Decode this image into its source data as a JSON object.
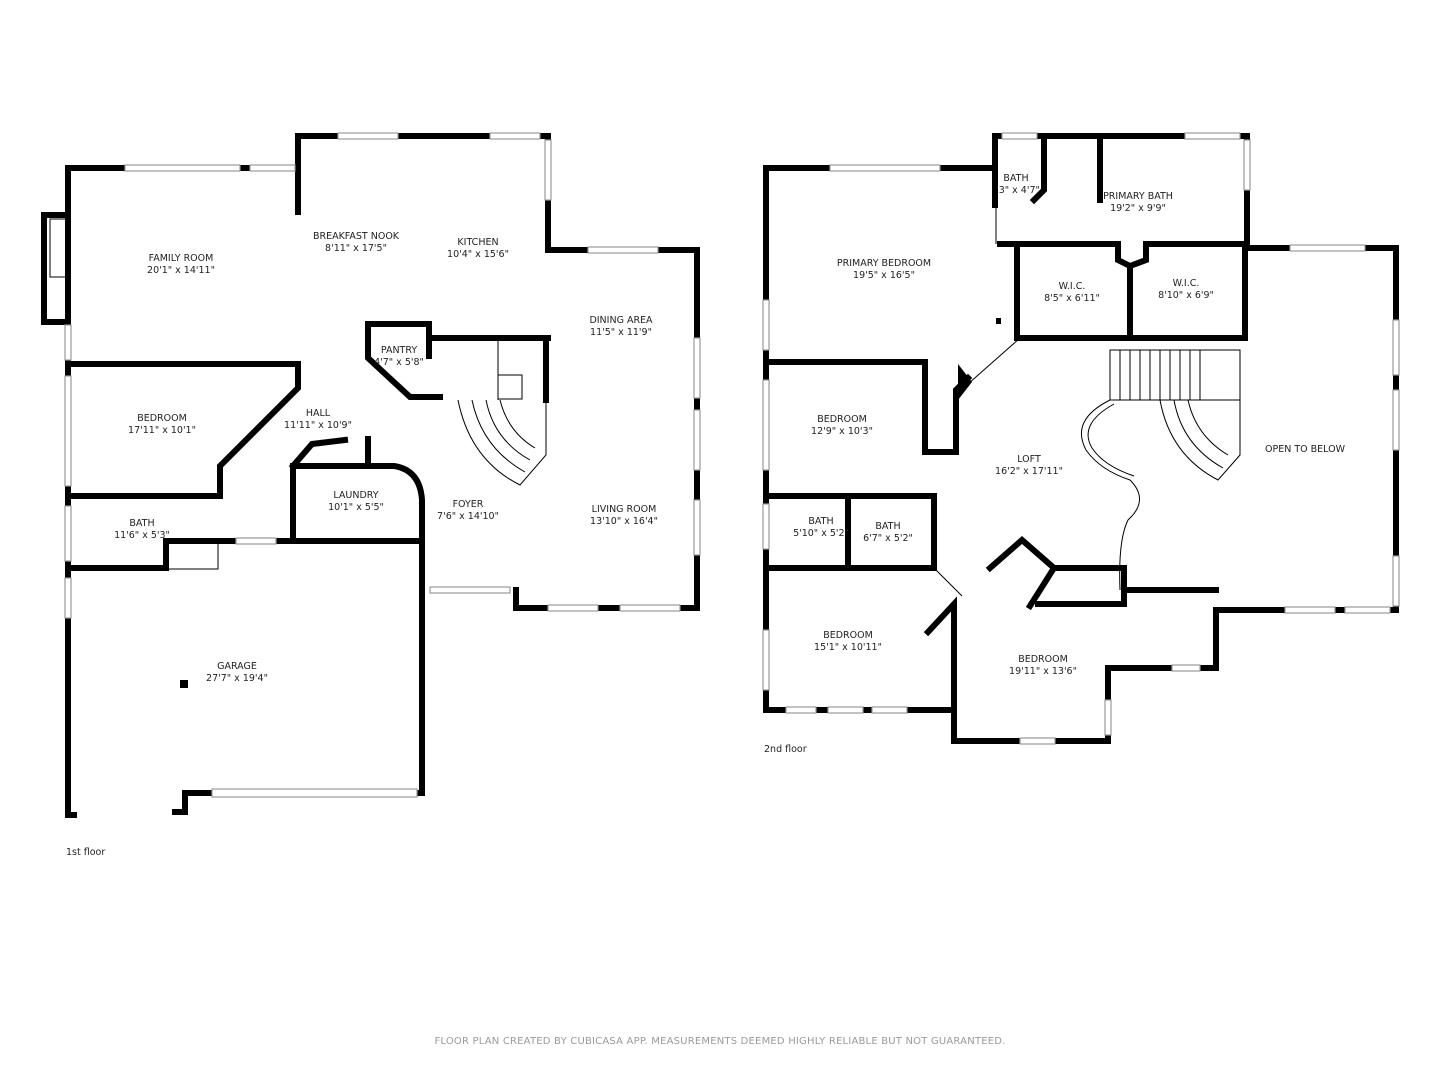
{
  "floors": [
    {
      "label": "1st floor",
      "rooms": [
        {
          "name": "FAMILY ROOM",
          "dim": "20'1\" x 14'11\""
        },
        {
          "name": "BREAKFAST NOOK",
          "dim": "8'11\" x 17'5\""
        },
        {
          "name": "KITCHEN",
          "dim": "10'4\" x 15'6\""
        },
        {
          "name": "DINING AREA",
          "dim": "11'5\" x 11'9\""
        },
        {
          "name": "PANTRY",
          "dim": "4'7\" x 5'8\""
        },
        {
          "name": "BEDROOM",
          "dim": "17'11\" x 10'1\""
        },
        {
          "name": "HALL",
          "dim": "11'11\" x 10'9\""
        },
        {
          "name": "LAUNDRY",
          "dim": "10'1\" x 5'5\""
        },
        {
          "name": "FOYER",
          "dim": "7'6\" x 14'10\""
        },
        {
          "name": "LIVING ROOM",
          "dim": "13'10\" x 16'4\""
        },
        {
          "name": "BATH",
          "dim": "11'6\" x 5'3\""
        },
        {
          "name": "GARAGE",
          "dim": "27'7\" x 19'4\""
        }
      ]
    },
    {
      "label": "2nd floor",
      "rooms": [
        {
          "name": "BATH",
          "dim": "'3\" x 4'7\""
        },
        {
          "name": "PRIMARY BATH",
          "dim": "19'2\" x 9'9\""
        },
        {
          "name": "PRIMARY BEDROOM",
          "dim": "19'5\" x 16'5\""
        },
        {
          "name": "W.I.C.",
          "dim": "8'5\" x 6'11\""
        },
        {
          "name": "W.I.C.",
          "dim": "8'10\" x 6'9\""
        },
        {
          "name": "BEDROOM",
          "dim": "12'9\" x 10'3\""
        },
        {
          "name": "LOFT",
          "dim": "16'2\" x 17'11\""
        },
        {
          "name": "OPEN TO BELOW",
          "dim": ""
        },
        {
          "name": "BATH",
          "dim": "5'10\" x 5'2\""
        },
        {
          "name": "BATH",
          "dim": "6'7\" x 5'2\""
        },
        {
          "name": "BEDROOM",
          "dim": "15'1\" x 10'11\""
        },
        {
          "name": "BEDROOM",
          "dim": "19'11\" x 13'6\""
        }
      ]
    }
  ],
  "footer": "FLOOR PLAN CREATED BY CUBICASA APP. MEASUREMENTS DEEMED HIGHLY RELIABLE BUT NOT GUARANTEED."
}
